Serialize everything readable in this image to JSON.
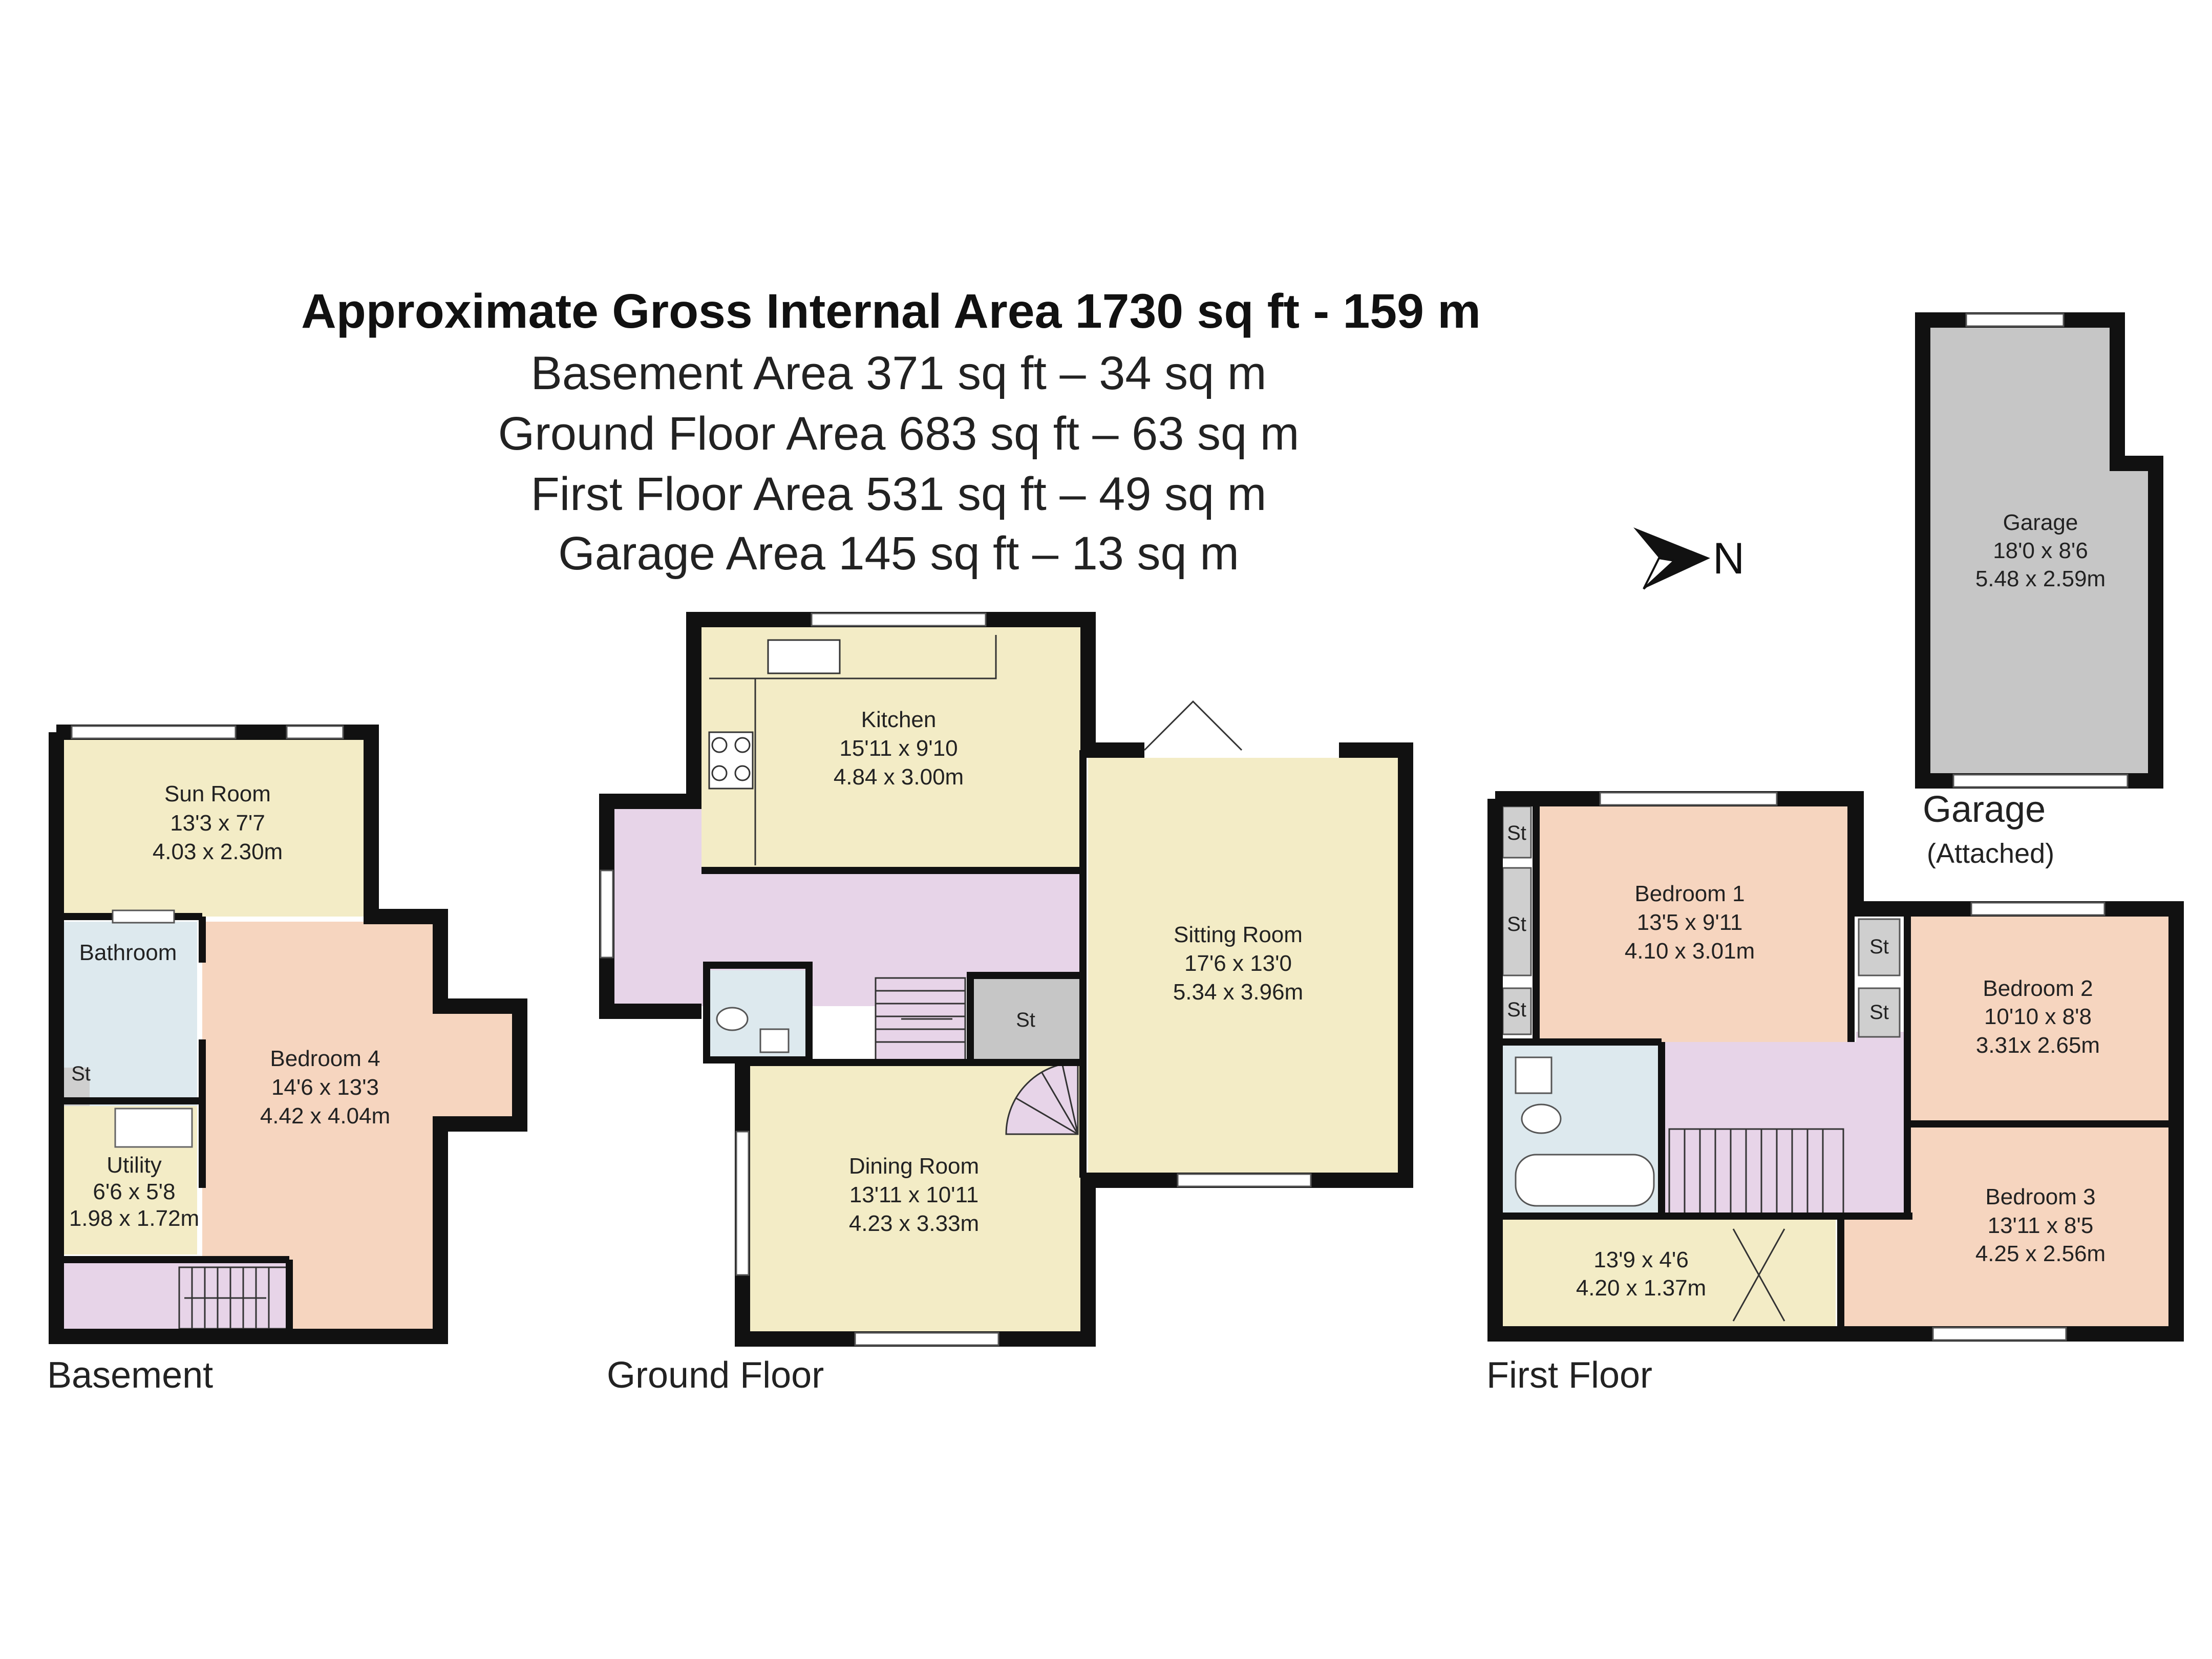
{
  "header": {
    "title": "Approximate Gross Internal Area 1730 sq ft - 159 m",
    "areas": [
      "Basement Area 371 sq ft – 34 sq m",
      "Ground Floor Area 683 sq ft – 63 sq m",
      "First Floor  Area 531 sq ft – 49 sq m",
      "Garage Area 145 sq ft – 13 sq m"
    ]
  },
  "compass": {
    "label": "N"
  },
  "floors": {
    "basement": "Basement",
    "ground": "Ground Floor",
    "first": "First Floor"
  },
  "garage_caption": {
    "title": "Garage",
    "subtitle": "(Attached)"
  },
  "rooms": {
    "sun_room": {
      "name": "Sun Room",
      "imperial": "13'3 x 7'7",
      "metric": "4.03 x 2.30m"
    },
    "bathroom_b": {
      "name": "Bathroom"
    },
    "bedroom4": {
      "name": "Bedroom 4",
      "imperial": "14'6 x 13'3",
      "metric": "4.42 x 4.04m"
    },
    "utility": {
      "name": "Utility",
      "imperial": "6'6 x 5'8",
      "metric": "1.98 x 1.72m"
    },
    "kitchen": {
      "name": "Kitchen",
      "imperial": "15'11 x 9'10",
      "metric": "4.84 x 3.00m"
    },
    "sitting": {
      "name": "Sitting Room",
      "imperial": "17'6 x 13'0",
      "metric": "5.34 x 3.96m"
    },
    "dining": {
      "name": "Dining Room",
      "imperial": "13'11 x 10'11",
      "metric": "4.23 x 3.33m"
    },
    "garage": {
      "name": "Garage",
      "imperial": "18'0 x 8'6",
      "metric": "5.48 x 2.59m"
    },
    "bedroom1": {
      "name": "Bedroom 1",
      "imperial": "13'5 x 9'11",
      "metric": "4.10 x 3.01m"
    },
    "bedroom2": {
      "name": "Bedroom 2",
      "imperial": "10'10 x 8'8",
      "metric": "3.31x 2.65m"
    },
    "bedroom3": {
      "name": "Bedroom 3",
      "imperial": "13'11 x 8'5",
      "metric": "4.25 x 2.56m"
    },
    "store_first": {
      "imperial": "13'9 x 4'6",
      "metric": "4.20 x 1.37m"
    }
  },
  "storage_label": "St",
  "colors": {
    "room_yellow": "#f3ecc6",
    "bedroom_peach": "#f6d5bf",
    "hall_lilac": "#e7d4e8",
    "bath_blue": "#dde9ee",
    "garage_grey": "#c6c6c6",
    "store_grey": "#cfcfcf",
    "wall": "#111111"
  }
}
